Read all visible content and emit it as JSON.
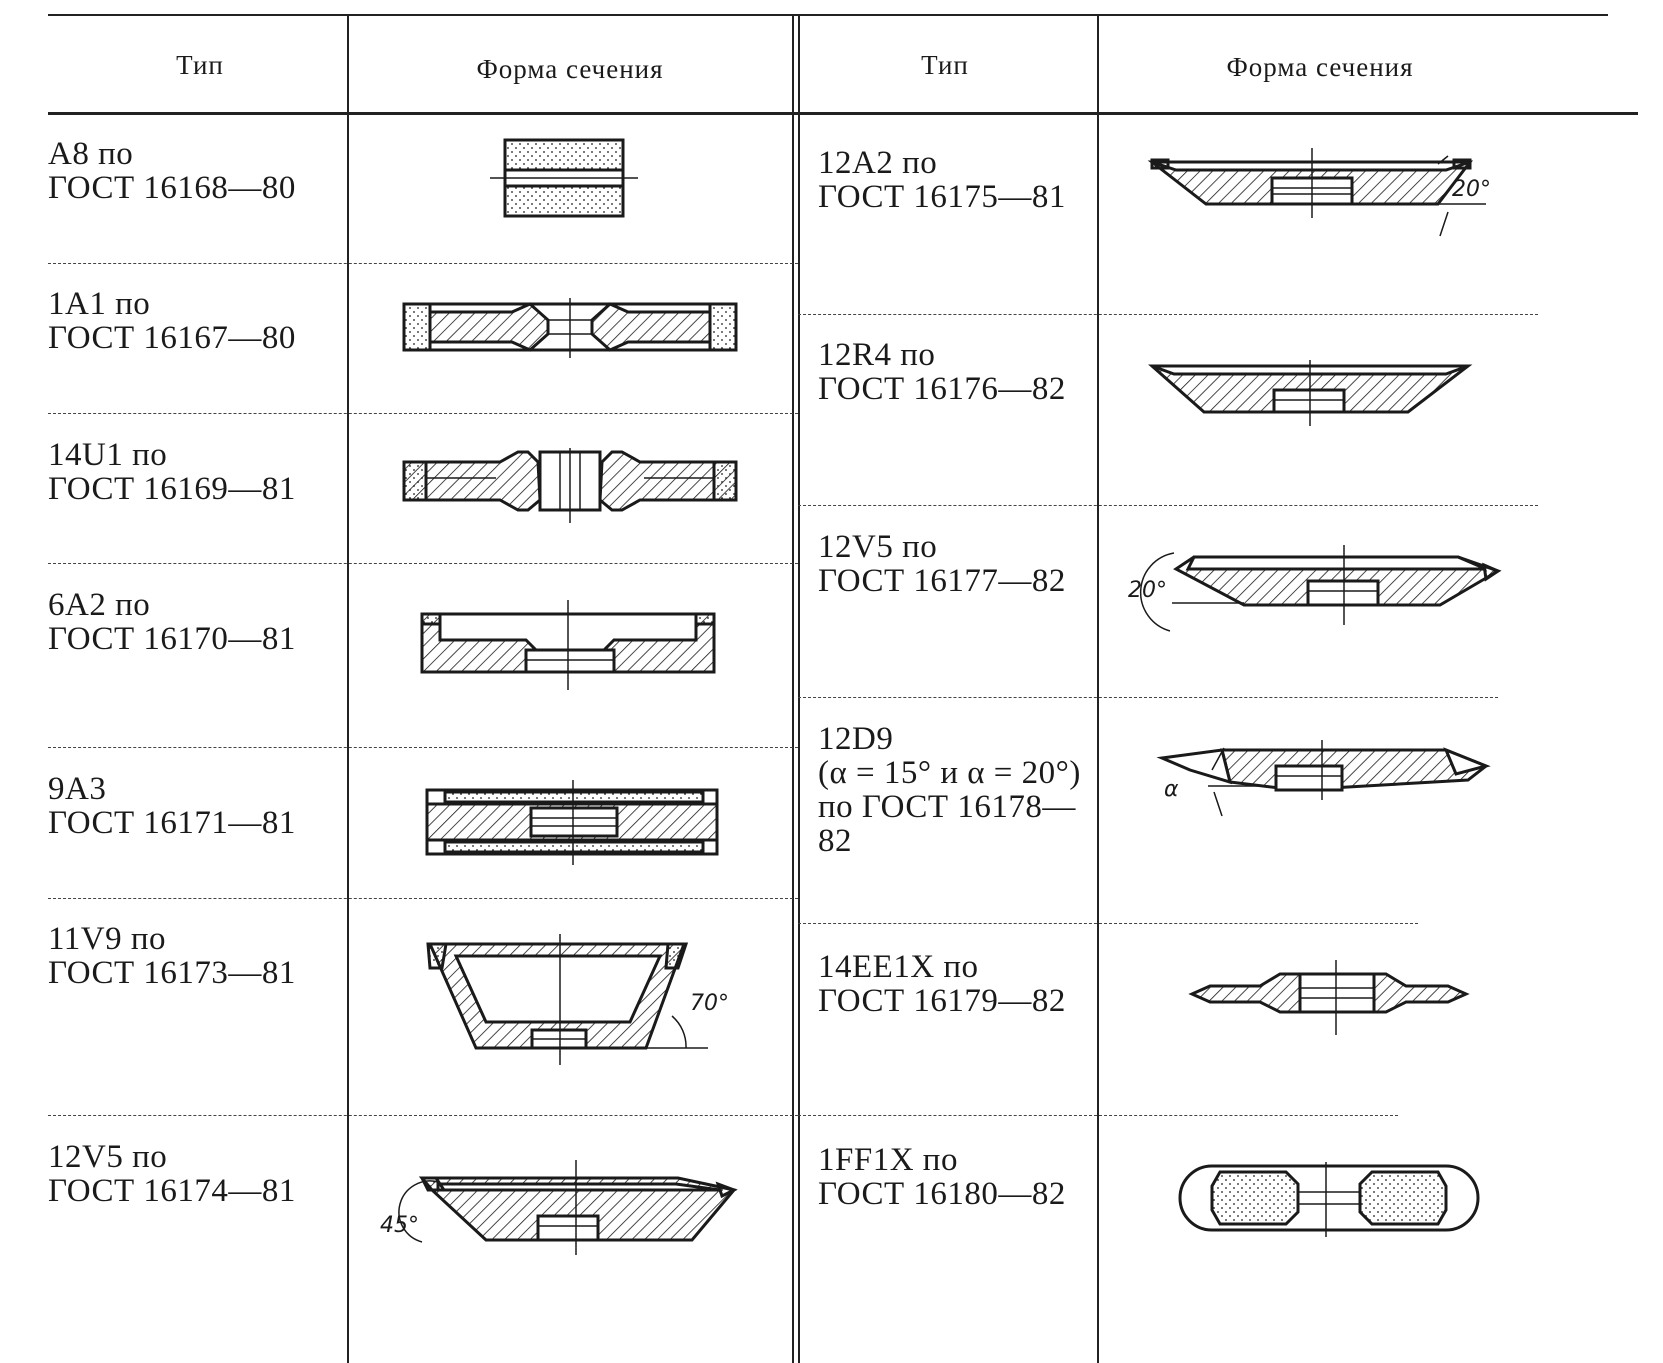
{
  "header": {
    "col1": "Тип",
    "col2": "Форма сечения",
    "col3": "Тип",
    "col4": "Форма сечения"
  },
  "left_rows": [
    {
      "l1": "A8 по",
      "l2": "ГОСТ 16168—80"
    },
    {
      "l1": "1A1 по",
      "l2": "ГОСТ 16167—80"
    },
    {
      "l1": "14U1 по",
      "l2": "ГОСТ 16169—81"
    },
    {
      "l1": "6A2 по",
      "l2": "ГОСТ 16170—81"
    },
    {
      "l1": "9A3",
      "l2": "ГОСТ 16171—81"
    },
    {
      "l1": "11V9 по",
      "l2": "ГОСТ 16173—81"
    },
    {
      "l1": "12V5 по",
      "l2": "ГОСТ 16174—81"
    }
  ],
  "right_rows": [
    {
      "l1": "12A2 по",
      "l2": "ГОСТ 16175—81"
    },
    {
      "l1": "12R4 по",
      "l2": "ГОСТ 16176—82"
    },
    {
      "l1": "12V5 по",
      "l2": "ГОСТ 16177—82"
    },
    {
      "l1": "12D9",
      "l2": "(α = 15° и α = 20°)",
      "l3": "по ГОСТ 16178—",
      "l4": "82"
    },
    {
      "l1": "14EE1X по",
      "l2": "ГОСТ 16179—82"
    },
    {
      "l1": "1FF1X по",
      "l2": "ГОСТ 16180—82"
    }
  ],
  "angles": {
    "a11v9": "70°",
    "a12v5_left": "45°",
    "a12a2": "20°",
    "a12v5_right": "20°",
    "a12d9": "α"
  },
  "icons": {
    "grinding-wheel-section": "hatched cross-section drawing"
  }
}
